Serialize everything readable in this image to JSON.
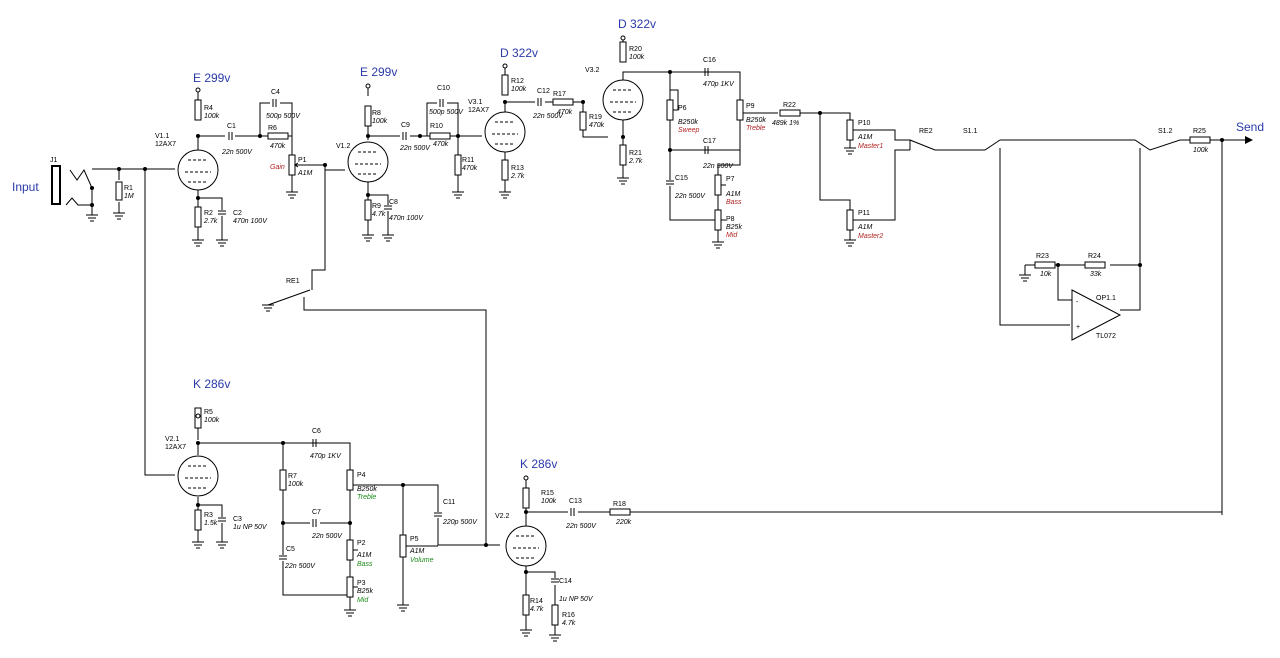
{
  "io": {
    "input": "Input",
    "send": "Send",
    "jack": "J1"
  },
  "voltages": {
    "v11": "E 299v",
    "v12": "E 299v",
    "v31": "D 322v",
    "v32": "D 322v",
    "v21": "K 286v",
    "v22": "K 286v"
  },
  "tubes": {
    "v11": {
      "ref": "V1.1",
      "type": "12AX7"
    },
    "v12": {
      "ref": "V1.2"
    },
    "v31": {
      "ref": "V3.1",
      "type": "12AX7"
    },
    "v32": {
      "ref": "V3.2"
    },
    "v21": {
      "ref": "V2.1",
      "type": "12AX7"
    },
    "v22": {
      "ref": "V2.2"
    }
  },
  "resistors": {
    "R1": {
      "ref": "R1",
      "val": "1M"
    },
    "R2": {
      "ref": "R2",
      "val": "2.7k"
    },
    "R3": {
      "ref": "R3",
      "val": "1.5k"
    },
    "R4": {
      "ref": "R4",
      "val": "100k"
    },
    "R5": {
      "ref": "R5",
      "val": "100k"
    },
    "R6": {
      "ref": "R6",
      "val": "470k"
    },
    "R7": {
      "ref": "R7",
      "val": "100k"
    },
    "R8": {
      "ref": "R8",
      "val": "100k"
    },
    "R9": {
      "ref": "R9",
      "val": "4.7k"
    },
    "R10": {
      "ref": "R10",
      "val": "470k"
    },
    "R11": {
      "ref": "R11",
      "val": "470k"
    },
    "R12": {
      "ref": "R12",
      "val": "100k"
    },
    "R13": {
      "ref": "R13",
      "val": "2.7k"
    },
    "R14": {
      "ref": "R14",
      "val": "4.7k"
    },
    "R15": {
      "ref": "R15",
      "val": "100k"
    },
    "R16": {
      "ref": "R16",
      "val": "4.7k"
    },
    "R17": {
      "ref": "R17",
      "val": "470k"
    },
    "R18": {
      "ref": "R18",
      "val": "220k"
    },
    "R19": {
      "ref": "R19",
      "val": "470k"
    },
    "R20": {
      "ref": "R20",
      "val": "100k"
    },
    "R21": {
      "ref": "R21",
      "val": "2.7k"
    },
    "R22": {
      "ref": "R22",
      "val": "489k 1%"
    },
    "R23": {
      "ref": "R23",
      "val": "10k"
    },
    "R24": {
      "ref": "R24",
      "val": "33k"
    },
    "R25": {
      "ref": "R25",
      "val": "100k"
    }
  },
  "capacitors": {
    "C1": {
      "ref": "C1",
      "val": "22n 500V"
    },
    "C2": {
      "ref": "C2",
      "val": "470n 100V"
    },
    "C3": {
      "ref": "C3",
      "val": "1u NP 50V"
    },
    "C4": {
      "ref": "C4",
      "val": "500p 500V"
    },
    "C5": {
      "ref": "C5",
      "val": "22n 500V"
    },
    "C6": {
      "ref": "C6",
      "val": "470p 1KV"
    },
    "C7": {
      "ref": "C7",
      "val": "22n 500V"
    },
    "C8": {
      "ref": "C8",
      "val": "470n 100V"
    },
    "C9": {
      "ref": "C9",
      "val": "22n 500V"
    },
    "C10": {
      "ref": "C10",
      "val": "500p 500V"
    },
    "C11": {
      "ref": "C11",
      "val": "220p 500V"
    },
    "C12": {
      "ref": "C12",
      "val": "22n 500V"
    },
    "C13": {
      "ref": "C13",
      "val": "22n 500V"
    },
    "C14": {
      "ref": "C14",
      "val": "1u NP 50V"
    },
    "C15": {
      "ref": "C15",
      "val": "22n 500V"
    },
    "C16": {
      "ref": "C16",
      "val": "470p 1KV"
    },
    "C17": {
      "ref": "C17",
      "val": "22n 500V"
    }
  },
  "pots": {
    "P1": {
      "ref": "P1",
      "val": "A1M",
      "name": "Gain"
    },
    "P2": {
      "ref": "P2",
      "val": "A1M",
      "name": "Bass"
    },
    "P3": {
      "ref": "P3",
      "val": "B25k",
      "name": "Mid"
    },
    "P4": {
      "ref": "P4",
      "val": "B250k",
      "name": "Treble"
    },
    "P5": {
      "ref": "P5",
      "val": "A1M",
      "name": "Volume"
    },
    "P6": {
      "ref": "P6",
      "val": "B250k",
      "name": "Sweep"
    },
    "P7": {
      "ref": "P7",
      "val": "A1M",
      "name": "Bass"
    },
    "P8": {
      "ref": "P8",
      "val": "B25k",
      "name": "Mid"
    },
    "P9": {
      "ref": "P9",
      "val": "B250k",
      "name": "Treble"
    },
    "P10": {
      "ref": "P10",
      "val": "A1M",
      "name": "Master1"
    },
    "P11": {
      "ref": "P11",
      "val": "A1M",
      "name": "Master2"
    }
  },
  "switches": {
    "re1": "RE1",
    "re2": "RE2",
    "s11": "S1.1",
    "s12": "S1.2"
  },
  "opamp": {
    "ref": "OP1.1",
    "type": "TL072",
    "minus": "-",
    "plus": "+"
  }
}
